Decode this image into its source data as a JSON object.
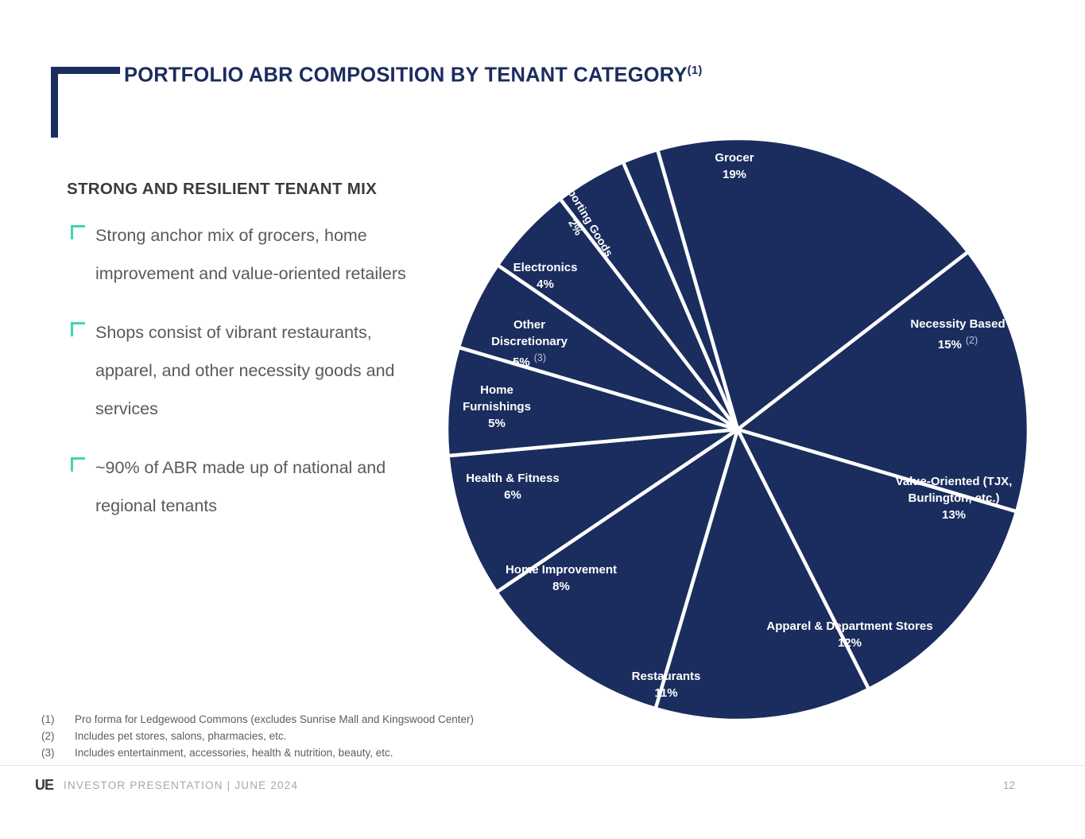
{
  "header": {
    "title": "PORTFOLIO ABR COMPOSITION BY TENANT CATEGORY",
    "title_footnote": "(1)"
  },
  "left_panel": {
    "heading": "STRONG AND RESILIENT TENANT MIX",
    "bullets": [
      "Strong anchor mix of grocers, home improvement and value-oriented retailers",
      "Shops consist of vibrant restaurants, apparel, and other necessity goods and services",
      "~90% of ABR made up of national and regional tenants"
    ]
  },
  "chart_data": {
    "type": "pie",
    "title": "PORTFOLIO ABR COMPOSITION BY TENANT CATEGORY",
    "legend": "none",
    "total": 100,
    "units": "% of ABR",
    "slice_color": "#1B2D5E",
    "separator_color": "#FFFFFF",
    "categories": [
      "Grocer",
      "Necessity Based",
      "Value-Oriented (TJX, Burlington, etc.)",
      "Apparel & Department Stores",
      "Restaurants",
      "Home Improvement",
      "Health & Fitness",
      "Home Furnishings",
      "Other Discretionary",
      "Electronics",
      "Sporting Goods"
    ],
    "values": [
      19,
      15,
      13,
      12,
      11,
      8,
      6,
      5,
      5,
      4,
      2
    ],
    "labels": [
      {
        "name": "Grocer",
        "value": 19,
        "pct": "19%",
        "footnote": ""
      },
      {
        "name": "Necessity Based",
        "value": 15,
        "pct": "15%",
        "footnote": "(2)"
      },
      {
        "name": "Value-Oriented (TJX,|Burlington, etc.)",
        "value": 13,
        "pct": "13%",
        "footnote": ""
      },
      {
        "name": "Apparel & Department Stores",
        "value": 12,
        "pct": "12%",
        "footnote": ""
      },
      {
        "name": "Restaurants",
        "value": 11,
        "pct": "11%",
        "footnote": ""
      },
      {
        "name": "Home Improvement",
        "value": 8,
        "pct": "8%",
        "footnote": ""
      },
      {
        "name": "Health & Fitness",
        "value": 6,
        "pct": "6%",
        "footnote": ""
      },
      {
        "name": "Home|Furnishings",
        "value": 5,
        "pct": "5%",
        "footnote": ""
      },
      {
        "name": "Other|Discretionary",
        "value": 5,
        "pct": "5%",
        "footnote": "(3)"
      },
      {
        "name": "Electronics",
        "value": 4,
        "pct": "4%",
        "footnote": ""
      },
      {
        "name": "Sporting Goods",
        "value": 2,
        "pct": "2%",
        "footnote": ""
      }
    ]
  },
  "pie_text": {
    "grocer_name": "Grocer",
    "grocer_pct": "19%",
    "necessity_name": "Necessity Based",
    "necessity_pct": "15%",
    "necessity_fn": "(2)",
    "value_name_1": "Value-Oriented (TJX,",
    "value_name_2": "Burlington, etc.)",
    "value_pct": "13%",
    "apparel_name": "Apparel & Department Stores",
    "apparel_pct": "12%",
    "restaurants_name": "Restaurants",
    "restaurants_pct": "11%",
    "homeimp_name": "Home Improvement",
    "homeimp_pct": "8%",
    "health_name": "Health & Fitness",
    "health_pct": "6%",
    "furnishings_name_1": "Home",
    "furnishings_name_2": "Furnishings",
    "furnishings_pct": "5%",
    "otherdisc_name_1": "Other",
    "otherdisc_name_2": "Discretionary",
    "otherdisc_pct": "5%",
    "otherdisc_fn": "(3)",
    "electronics_name": "Electronics",
    "electronics_pct": "4%",
    "sporting_name": "Sporting Goods",
    "sporting_pct": "2%"
  },
  "footnotes": [
    {
      "num": "(1)",
      "text": "Pro forma for Ledgewood Commons (excludes Sunrise Mall and Kingswood Center)"
    },
    {
      "num": "(2)",
      "text": "Includes pet stores, salons, pharmacies, etc."
    },
    {
      "num": "(3)",
      "text": "Includes entertainment, accessories, health & nutrition, beauty, etc."
    }
  ],
  "footer": {
    "logo": "UE",
    "text": "INVESTOR PRESENTATION | JUNE 2024",
    "page": "12"
  },
  "colors": {
    "navy": "#1B2D5E",
    "teal": "#3FD6AE",
    "body_gray": "#5a5a5a",
    "footer_gray": "#a8a8a8"
  }
}
